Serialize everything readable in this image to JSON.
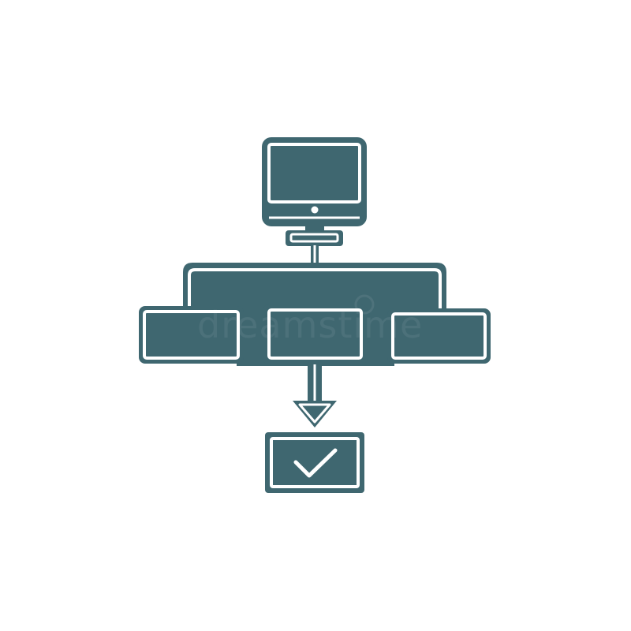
{
  "icon": {
    "name": "computer-network-flowchart-icon",
    "fill_color": "#3f6770",
    "outline_color": "#ffffff",
    "background_color": "#ffffff"
  },
  "nodes": {
    "top": "computer-monitor-icon",
    "middle_row": [
      "rectangle-node-left",
      "rectangle-node-center",
      "rectangle-node-right"
    ],
    "result": "checkmark-icon"
  },
  "watermark": {
    "text": "dreamstime"
  }
}
